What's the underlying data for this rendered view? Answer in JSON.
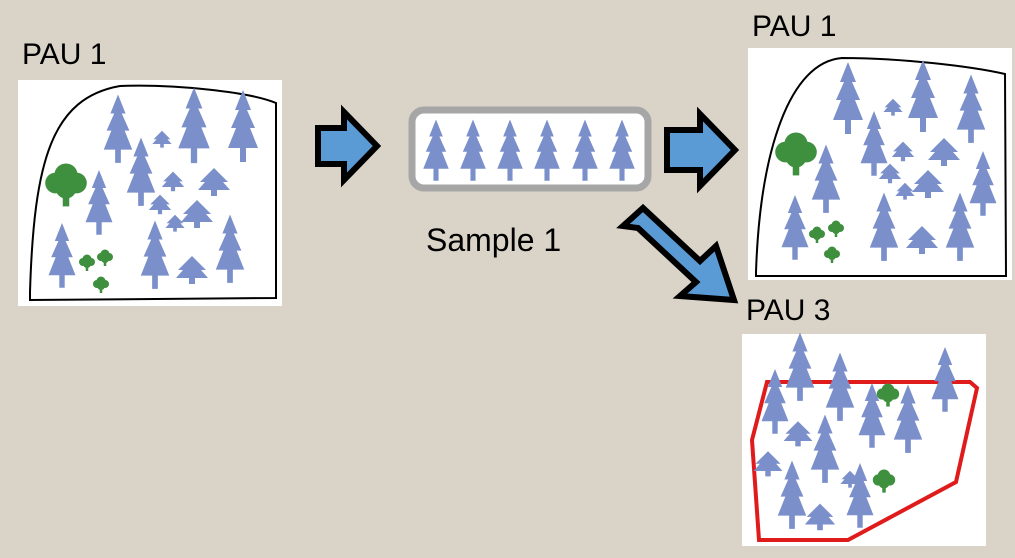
{
  "labels": {
    "pau_left": "PAU 1",
    "pau_right_top": "PAU 1",
    "pau_right_bottom": "PAU 3",
    "sample": "Sample 1"
  },
  "colors": {
    "background": "#d9d3c8",
    "conifer": "#7b8fcb",
    "deciduous": "#3e8f3e",
    "arrow_fill": "#5b9bd5",
    "arrow_stroke": "#000000",
    "sample_border": "#a6a6a6",
    "pau3_boundary": "#e01b1b"
  },
  "icons": {
    "conifer": "conifer-tree-icon",
    "deciduous": "deciduous-tree-icon"
  }
}
